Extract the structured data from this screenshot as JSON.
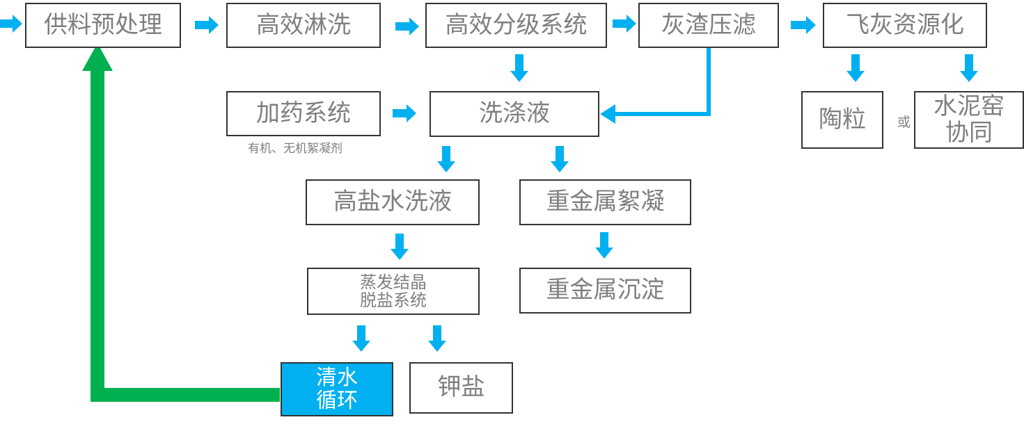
{
  "nodes": {
    "feed_pretreatment": "供料预处理",
    "efficient_leaching": "高效淋洗",
    "efficient_classification": "高效分级系统",
    "ash_filter_press": "灰渣压滤",
    "fly_ash_recycling": "飞灰资源化",
    "dosing_system": "加药系统",
    "wash_liquid": "洗涤液",
    "ceramsite": "陶粒",
    "cement_kiln": "水泥窑\n协同",
    "high_salt_wash": "高盐水洗液",
    "heavy_metal_floc": "重金属絮凝",
    "evaporation_desalination": "蒸发结晶\n脱盐系统",
    "heavy_metal_precip": "重金属沉淀",
    "clean_water_cycle": "清水\n循环",
    "potassium_salt": "钾盐"
  },
  "labels": {
    "dosing_note": "有机、无机絮凝剂",
    "or": "或"
  },
  "colors": {
    "arrow_blue": "#00b0f0",
    "arrow_green": "#00b050",
    "text_gray": "#7f7f7f",
    "border": "#333333",
    "highlight_fill": "#00b0f0"
  }
}
